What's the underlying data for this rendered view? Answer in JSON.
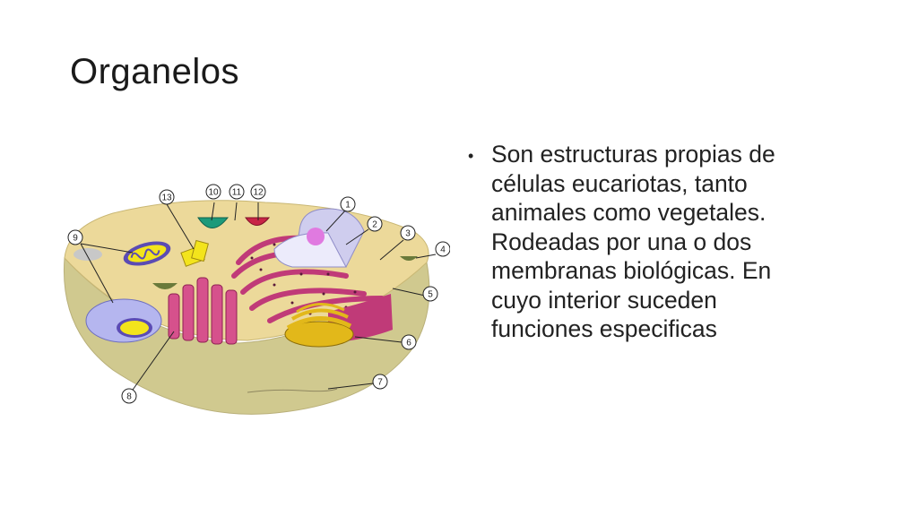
{
  "slide": {
    "title": "Organelos",
    "bullet": "Son estructuras propias de\ncélulas eucariotas, tanto\nanimales como vegetales.\nRodeadas por una o dos\nmembranas biológicas. En\ncuyo  interior suceden\nfunciones especificas"
  },
  "diagram": {
    "labels": [
      "1",
      "2",
      "3",
      "4",
      "5",
      "6",
      "7",
      "8",
      "9",
      "10",
      "11",
      "12",
      "13"
    ],
    "colors": {
      "cytoplasm": "#e9d899",
      "membrane_outer": "#c9c28a",
      "er": "#c03a78",
      "nucleus": "#d8d6f0",
      "nucleolus": "#e07ae0",
      "golgi": "#e2b81a",
      "mitochondria": "#f3e41c",
      "lysosome": "#1d9a7a",
      "vacuole": "#b5b6ef"
    }
  }
}
